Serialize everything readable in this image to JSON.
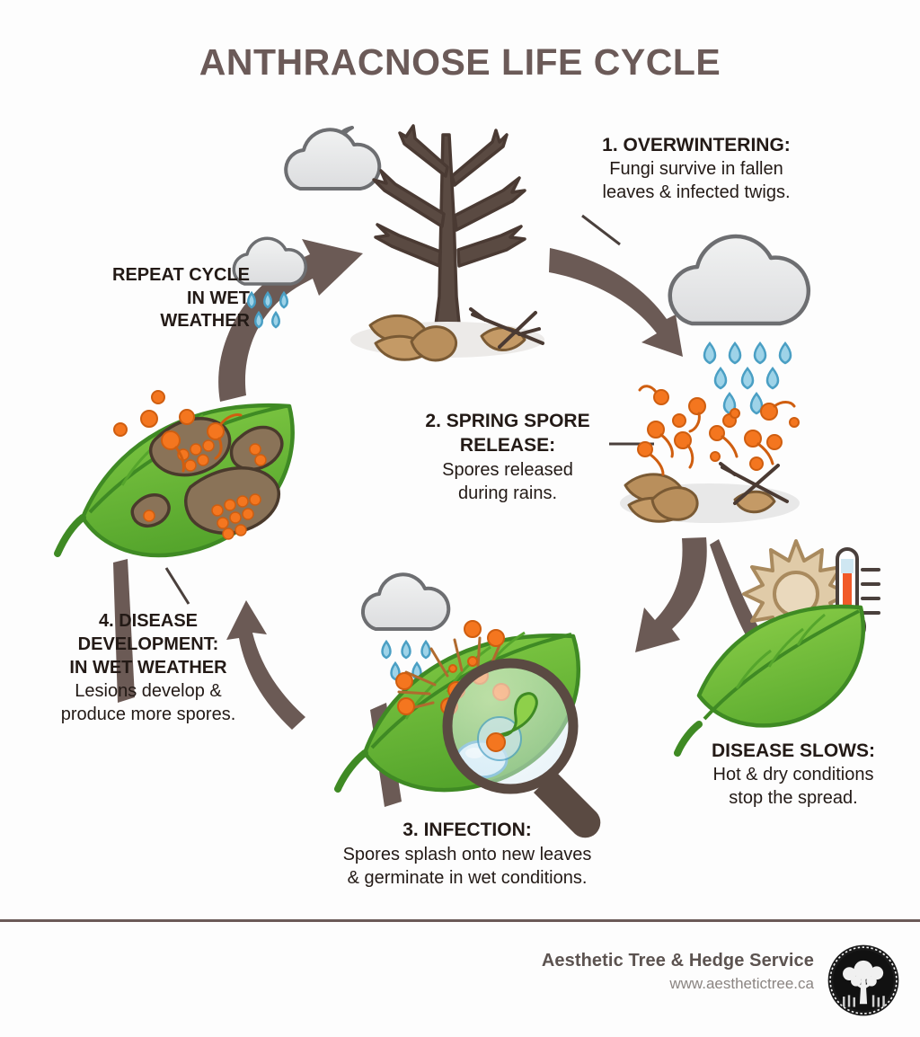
{
  "title": "ANTHRACNOSE LIFE CYCLE",
  "steps": [
    {
      "id": "overwintering",
      "heading": "1. OVERWINTERING:",
      "body_lines": [
        "Fungi survive in fallen",
        "leaves & infected twigs."
      ],
      "icons": [
        "bare-tree-icon",
        "fallen-leaves-icon",
        "twig-icon",
        "moon-icon",
        "cloud-icon"
      ]
    },
    {
      "id": "spring-spore-release",
      "heading_lines": [
        "2. SPRING SPORE",
        "RELEASE:"
      ],
      "body_lines": [
        "Spores released",
        "during rains."
      ],
      "icons": [
        "rain-cloud-icon",
        "spore-icon",
        "fallen-leaves-icon",
        "twig-icon",
        "puddle-icon"
      ]
    },
    {
      "id": "infection",
      "heading": "3. INFECTION:",
      "body_lines": [
        "Spores splash onto new leaves",
        "& germinate in wet conditions."
      ],
      "icons": [
        "green-leaf-icon",
        "magnifier-icon",
        "spore-icon",
        "rain-cloud-icon",
        "water-droplet-icon",
        "germinating-spore-icon"
      ]
    },
    {
      "id": "disease-development",
      "heading_lines": [
        "4. DISEASE",
        "DEVELOPMENT:",
        "IN WET WEATHER"
      ],
      "body_lines": [
        "Lesions develop &",
        "produce more spores."
      ],
      "icons": [
        "diseased-leaf-icon",
        "lesion-icon",
        "spore-icon"
      ]
    }
  ],
  "repeat_label": {
    "lines": [
      "REPEAT CYCLE",
      "IN WET",
      "WEATHER"
    ],
    "icon": "rain-cloud-icon"
  },
  "disease_slows": {
    "heading": "DISEASE SLOWS:",
    "body_lines": [
      "Hot & dry conditions",
      "stop the spread."
    ],
    "icons": [
      "sun-icon",
      "thermometer-icon",
      "healthy-leaf-icon"
    ]
  },
  "footer": {
    "brand": "Aesthetic Tree & Hedge Service",
    "url": "www.aesthetictree.ca",
    "logo": "tree-badge-logo"
  },
  "colors": {
    "title": "#6b5a58",
    "arrow": "#6b5a55",
    "text": "#231a16",
    "leaf_green": "#7ac143",
    "leaf_dark_green": "#4e9c2e",
    "spore_orange": "#f4761f",
    "rain_blue": "#4a9fc4",
    "cloud_grey": "#e6e7e8",
    "cloud_stroke": "#6d6e71",
    "bark_brown": "#5a4a42",
    "leaf_litter_brown": "#a97f52",
    "sun_tan": "#e0cba8",
    "divider": "#6b5a58",
    "background": "#fdfdfd"
  }
}
